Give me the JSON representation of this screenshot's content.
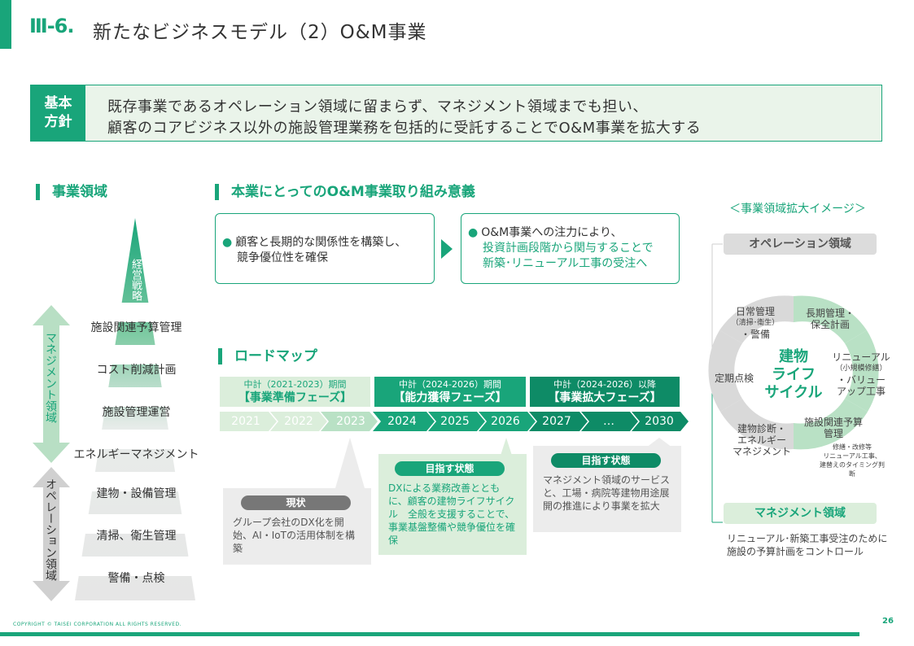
{
  "header": {
    "number": "Ⅲ-6.",
    "title": "新たなビジネスモデル（2）O&M事業"
  },
  "basic": {
    "label_line1": "基本",
    "label_line2": "方針",
    "line1": "既存事業であるオペレーション領域に留まらず、マネジメント領域までも担い、",
    "line2": "顧客のコアビジネス以外の施設管理業務を包括的に受託することでO&M事業を拡大する"
  },
  "domain": {
    "heading": "事業領域",
    "top_label": "経営戦略",
    "rows": [
      "施設関連予算管理",
      "コスト削減計画",
      "施設管理運営",
      "エネルギーマネジメント",
      "建物・設備管理",
      "清掃、衛生管理",
      "警備・点検"
    ],
    "arrow_management": "マネジメント領域",
    "arrow_operation": "オペレーション領域"
  },
  "significance": {
    "heading": "本業にとってのO&M事業取り組み意義",
    "box1_line1": "顧客と長期的な関係性を構築し、",
    "box1_line2": "競争優位性を確保",
    "box2_line1": "O&M事業への注力により、",
    "box2_line2": "投資計画段階から関与することで",
    "box2_line3": "新築･リニューアル工事の受注へ"
  },
  "roadmap": {
    "heading": "ロードマップ",
    "phases": [
      {
        "period": "中計（2021-2023）期間",
        "name": "【事業準備フェーズ】"
      },
      {
        "period": "中計（2024-2026）期間",
        "name": "【能力獲得フェーズ】"
      },
      {
        "period": "中計（2024-2026）以降",
        "name": "【事業拡大フェーズ】"
      }
    ],
    "years": [
      "2021",
      "2022",
      "2023",
      "2024",
      "2025",
      "2026",
      "2027",
      "…",
      "2030"
    ],
    "current": {
      "label": "現状",
      "text": "グループ会社のDX化を開始、AI・IoTの活用体制を構築"
    },
    "target1": {
      "label": "目指す状態",
      "text": "DXによる業務改善とともに、顧客の建物ライフサイクル　全般を支援することで、事業基盤整備や競争優位を確保"
    },
    "target2": {
      "label": "目指す状態",
      "text": "マネジメント領域のサービスと、工場・病院等建物用途展開の推進により事業を拡大"
    }
  },
  "image": {
    "heading": "＜事業領域拡大イメージ＞",
    "operation": "オペレーション領域",
    "center": [
      "建物",
      "ライフ",
      "サイクル"
    ],
    "seg_daily": [
      "日常管理",
      "（清掃･衛生）",
      "・警備"
    ],
    "seg_long": [
      "長期管理・",
      "保全計画"
    ],
    "seg_renewal": [
      "リニューアル",
      "（小規模修繕）",
      "・バリュー",
      "アップ工事"
    ],
    "seg_budget": [
      "施設関連予算",
      "管理"
    ],
    "seg_budget_sub": [
      "修繕・改修等",
      "リニューアル工事、",
      "建替えのタイミング判断"
    ],
    "seg_diag": [
      "建物診断・",
      "エネルギー",
      "マネジメント"
    ],
    "seg_inspect": "定期点検",
    "management": "マネジメント領域",
    "management_desc1": "リニューアル･新築工事受注のために",
    "management_desc2": "施設の予算計画をコントロール"
  },
  "footer": {
    "copyright": "COPYRIGHT © TAISEI CORPORATION ALL RIGHTS RESERVED.",
    "page": "26"
  },
  "colors": {
    "brand": "#19a57a",
    "dark": "#0e8b66",
    "light": "#dbeedb",
    "gray": "#999999"
  }
}
